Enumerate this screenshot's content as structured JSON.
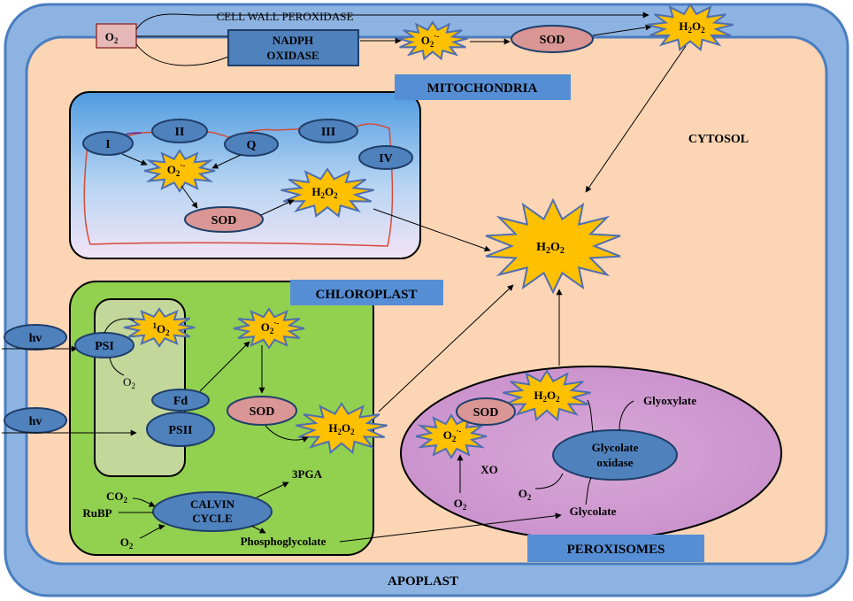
{
  "compartments": {
    "apoplast": "APOPLAST",
    "cytosol": "CYTOSOL",
    "mitochondria": "MITOCHONDRIA",
    "chloroplast": "CHLOROPLAST",
    "peroxisomes": "PEROXISOMES"
  },
  "top": {
    "o2": "O",
    "o2_sub": "2",
    "cell_wall_peroxidase": "CELL WALL PEROXIDASE",
    "nadph_line1": "NADPH",
    "nadph_line2": "OXIDASE",
    "superoxide": "O",
    "superoxide_sub": "2",
    "superoxide_sup": "·-",
    "sod": "SOD",
    "h2o2": [
      "H",
      "2",
      "O",
      "2"
    ]
  },
  "mito": {
    "complex_i": "I",
    "complex_ii": "II",
    "complex_iii": "III",
    "complex_iv": "IV",
    "q": "Q",
    "superoxide": "O",
    "superoxide_sub": "2",
    "superoxide_sup": "·-",
    "sod": "SOD",
    "h2o2": [
      "H",
      "2",
      "O",
      "2"
    ]
  },
  "central": {
    "h2o2": [
      "H",
      "2",
      "O",
      "2"
    ]
  },
  "chloro": {
    "hv1": "hv",
    "hv2": "hv",
    "psi": "PSI",
    "psii": "PSII",
    "fd": "Fd",
    "singlet_sup": "1",
    "singlet": "O",
    "singlet_sub": "2",
    "o2": "O",
    "o2_sub": "2",
    "superoxide": "O",
    "superoxide_sub": "2",
    "superoxide_sup": "·-",
    "sod": "SOD",
    "h2o2": [
      "H",
      "2",
      "O",
      "2"
    ],
    "calvin_line1": "CALVIN",
    "calvin_line2": "CYCLE",
    "co2": "CO",
    "co2_sub": "2",
    "rubp": "RuBP",
    "o2b": "O",
    "o2b_sub": "2",
    "pga": "3PGA",
    "phosphoglycolate": "Phosphoglycolate"
  },
  "perox": {
    "sod": "SOD",
    "h2o2": [
      "H",
      "2",
      "O",
      "2"
    ],
    "superoxide": "O",
    "superoxide_sub": "2",
    "superoxide_sup": "·-",
    "glyoxylate": "Glyoxylate",
    "glycolate_ox_line1": "Glycolate",
    "glycolate_ox_line2": "oxidase",
    "xo": "XO",
    "o2a": "O",
    "o2a_sub": "2",
    "o2b": "O",
    "o2b_sub": "2",
    "glycolate": "Glycolate"
  },
  "colors": {
    "cell_wall": "#5f8fd0",
    "cell_wall_light": "#8db3e2",
    "cytosol": "#fcd5b5",
    "chloroplast": "#92d050",
    "thylakoid": "#c4d79b",
    "peroxisome": "#cc99cc",
    "ellipse_blue": "#4f81bd",
    "ellipse_pink": "#d99694",
    "label_box": "#558ed5",
    "star_fill": "#ffc000",
    "star_stroke": "#4f6fb0"
  }
}
